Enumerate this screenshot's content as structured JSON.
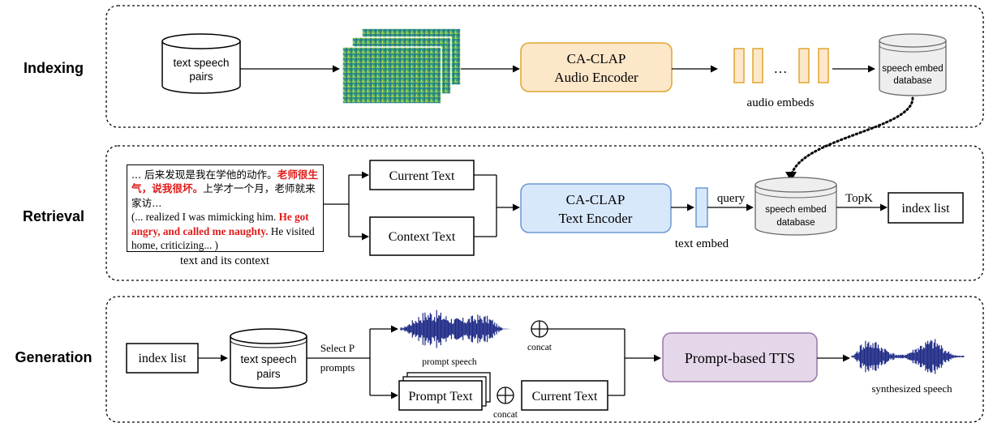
{
  "sections": {
    "indexing": "Indexing",
    "retrieval": "Retrieval",
    "generation": "Generation"
  },
  "indexing": {
    "db_label_line1": "text speech",
    "db_label_line2": "pairs",
    "encoder_line1": "CA-CLAP",
    "encoder_line2": "Audio Encoder",
    "ellipsis": "…",
    "embeds_caption": "audio embeds",
    "speech_db_line1": "speech embed",
    "speech_db_line2": "database"
  },
  "retrieval": {
    "context_zh_1": "... 后来发现是我在学他的动作。",
    "context_zh_red": "老师很生气，说我很坏。",
    "context_zh_2": "上学才一个月，老师就来家访...",
    "context_en_1": "(... realized I was mimicking him. ",
    "context_en_red": "He got angry, and called me naughty.",
    "context_en_2": " He visited home, criticizing... )",
    "context_caption": "text and its context",
    "current_text": "Current Text",
    "context_text": "Context Text",
    "encoder_line1": "CA-CLAP",
    "encoder_line2": "Text Encoder",
    "query": "query",
    "text_embed": "text embed",
    "speech_db_line1": "speech embed",
    "speech_db_line2": "database",
    "topk": "TopK",
    "index_list": "index list"
  },
  "generation": {
    "index_list": "index list",
    "db_label_line1": "text speech",
    "db_label_line2": "pairs",
    "select_line1": "Select P",
    "select_line2": "prompts",
    "prompt_speech": "prompt speech",
    "concat_top": "concat",
    "prompt_text": "Prompt Text",
    "concat_bottom": "concat",
    "current_text": "Current Text",
    "tts": "Prompt-based TTS",
    "synth": "synthesized speech"
  },
  "colors": {
    "audio_encoder_fill": "#fde7c9",
    "audio_encoder_stroke": "#e0a531",
    "text_encoder_fill": "#d8e8fb",
    "text_encoder_stroke": "#6c99d1",
    "tts_fill": "#e4d7ea",
    "tts_stroke": "#9a77aa",
    "db_fill": "#eeeeee",
    "waveform": "#1e2a86",
    "red_text": "#e01b1b"
  }
}
